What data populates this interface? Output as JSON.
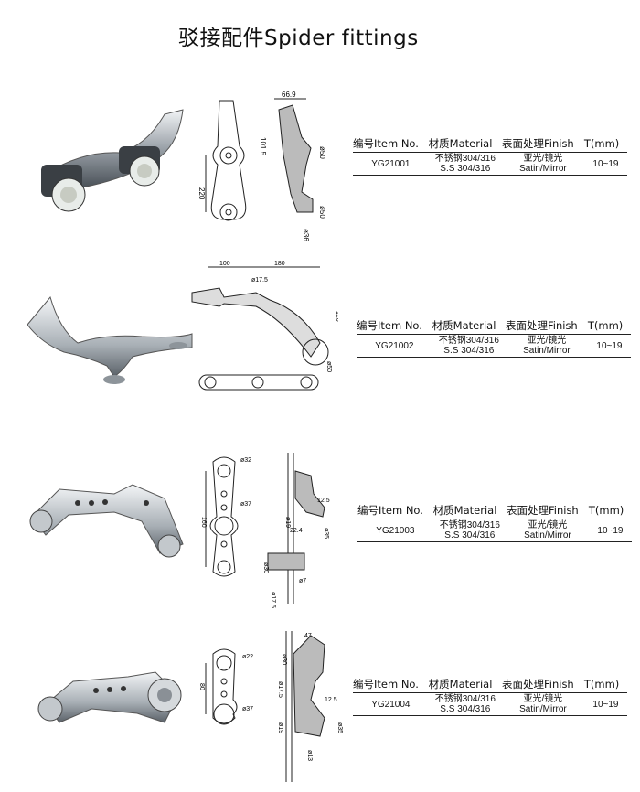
{
  "page_title": "驳接配件Spider fittings",
  "columns": {
    "item_no": "编号Item No.",
    "material": "材质Material",
    "finish": "表面处理Finish",
    "thickness": "T(mm)"
  },
  "products": [
    {
      "item_no": "YG21001",
      "material_cn": "不锈钢304/316",
      "material_en": "S.S 304/316",
      "finish_cn": "亚光/镜光",
      "finish_en": "Satin/Mirror",
      "thickness": "10~19",
      "dims": [
        "66.9",
        "101.5",
        "220",
        "ø50",
        "ø50",
        "ø36"
      ]
    },
    {
      "item_no": "YG21002",
      "material_cn": "不锈钢304/316",
      "material_en": "S.S 304/316",
      "finish_cn": "亚光/镜光",
      "finish_en": "Satin/Mirror",
      "thickness": "10~19",
      "dims": [
        "100",
        "180",
        "ø17.5",
        "120",
        "ø50"
      ]
    },
    {
      "item_no": "YG21003",
      "material_cn": "不锈钢304/316",
      "material_en": "S.S 304/316",
      "finish_cn": "亚光/镜光",
      "finish_en": "Satin/Mirror",
      "thickness": "10~19",
      "dims": [
        "ø32",
        "ø37",
        "160",
        "12.5",
        "ø19",
        "22.4",
        "ø35",
        "ø30",
        "ø17.5",
        "ø7"
      ]
    },
    {
      "item_no": "YG21004",
      "material_cn": "不锈钢304/316",
      "material_en": "S.S 304/316",
      "finish_cn": "亚光/镜光",
      "finish_en": "Satin/Mirror",
      "thickness": "10~19",
      "dims": [
        "ø22",
        "ø37",
        "80",
        "47",
        "ø30",
        "ø17.5",
        "12.5",
        "ø19",
        "ø35",
        "ø13"
      ]
    }
  ]
}
